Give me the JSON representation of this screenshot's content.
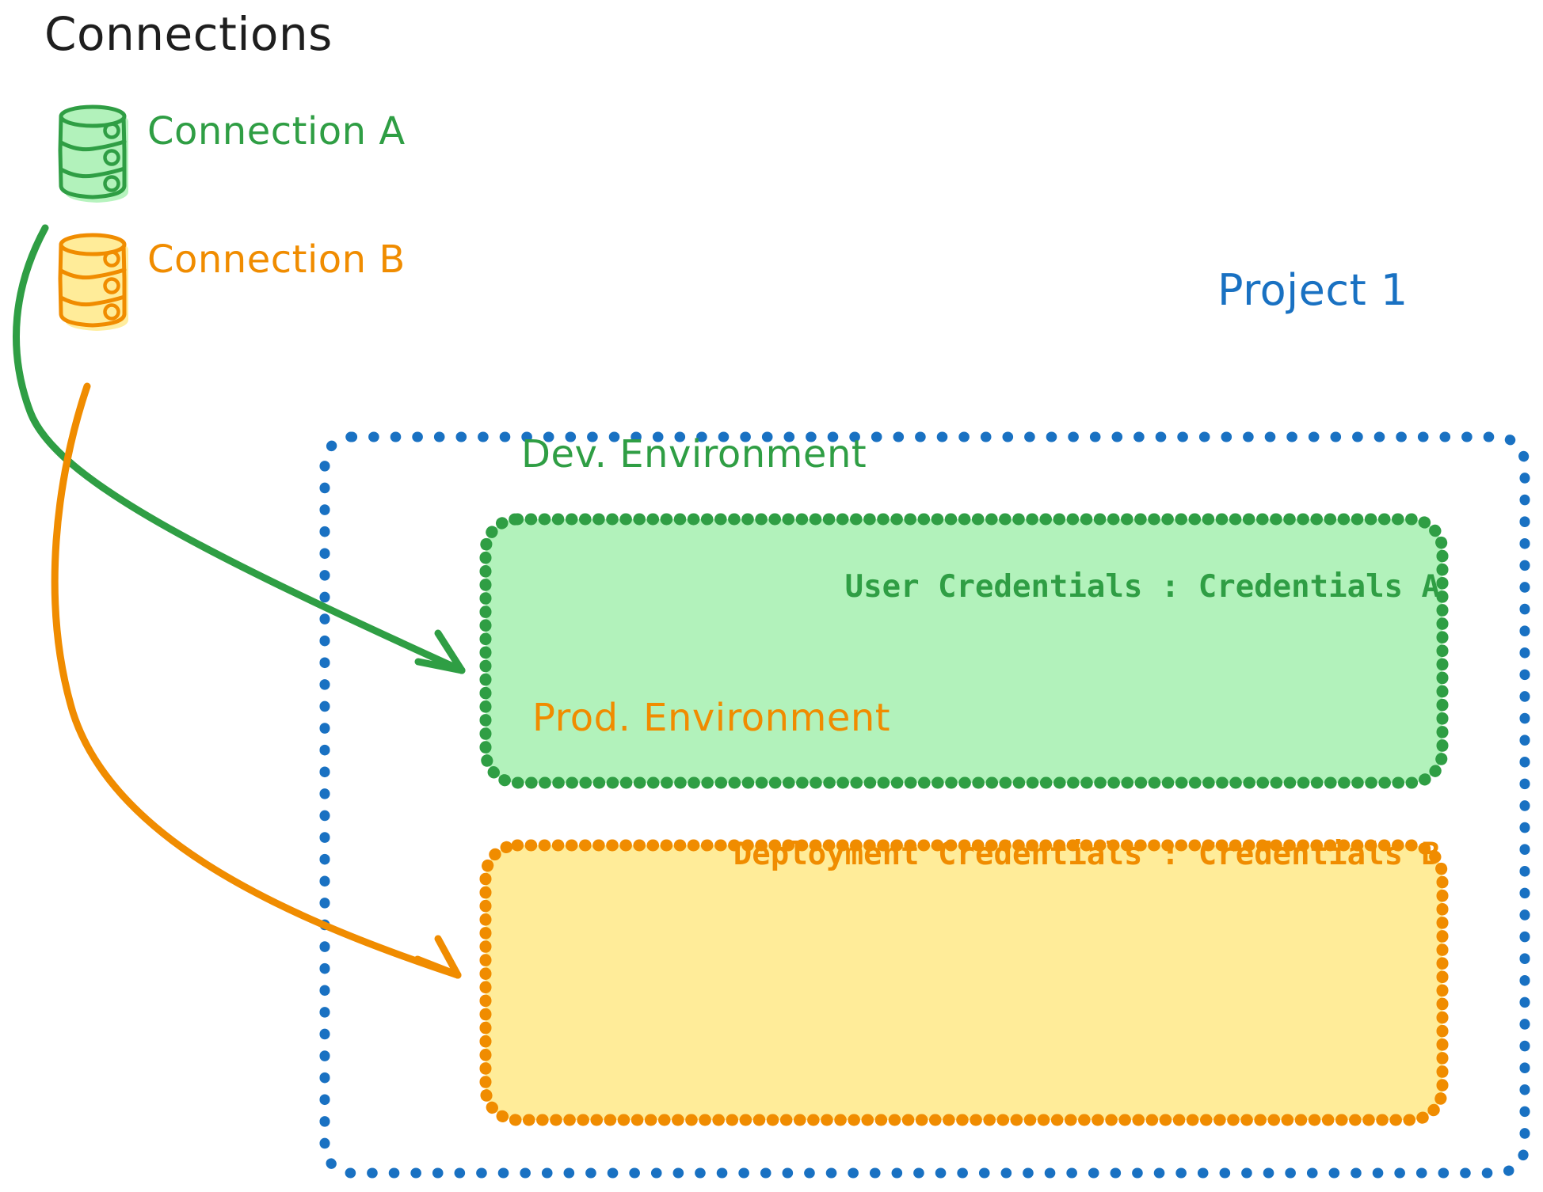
{
  "diagram": {
    "title": "Connections",
    "title_color": "#1e1e1e",
    "background": "#ffffff",
    "style": "hand-drawn sketch"
  },
  "connections": {
    "heading": "Connections",
    "items": [
      {
        "label": "Connection A",
        "icon": "database-cylinder-icon",
        "stroke_color": "#2f9e44",
        "fill_color": "#b2f2bb",
        "target": "Dev. Environment"
      },
      {
        "label": "Connection B",
        "icon": "database-cylinder-icon",
        "stroke_color": "#f08c00",
        "fill_color": "#ffec99",
        "target": "Prod. Environment"
      }
    ]
  },
  "project": {
    "title": "Project 1",
    "border_color": "#1971c2",
    "border_style": "dotted",
    "environments": [
      {
        "name": "Dev. Environment",
        "border_color": "#2f9e44",
        "fill_color": "#b2f2bb",
        "credentials_label": "User Credentials",
        "credentials_separator": ":",
        "credentials_value": "Credentials A",
        "credentials_line": "User Credentials : Credentials A"
      },
      {
        "name": "Prod. Environment",
        "border_color": "#f08c00",
        "fill_color": "#ffec99",
        "credentials_label": "Deployment Credentials",
        "credentials_separator": ":",
        "credentials_value": "Credentials B",
        "credentials_line": "Deployment Credentials : Credentials B"
      }
    ]
  },
  "arrows": [
    {
      "name": "arrow-connection-a-to-dev",
      "from": "Connection A",
      "to": "Dev. Environment",
      "color": "#2f9e44"
    },
    {
      "name": "arrow-connection-b-to-prod",
      "from": "Connection B",
      "to": "Prod. Environment",
      "color": "#f08c00"
    }
  ],
  "colors": {
    "green_stroke": "#2f9e44",
    "green_fill": "#b2f2bb",
    "orange_stroke": "#f08c00",
    "orange_fill": "#ffec99",
    "blue": "#1971c2",
    "black": "#1e1e1e"
  }
}
